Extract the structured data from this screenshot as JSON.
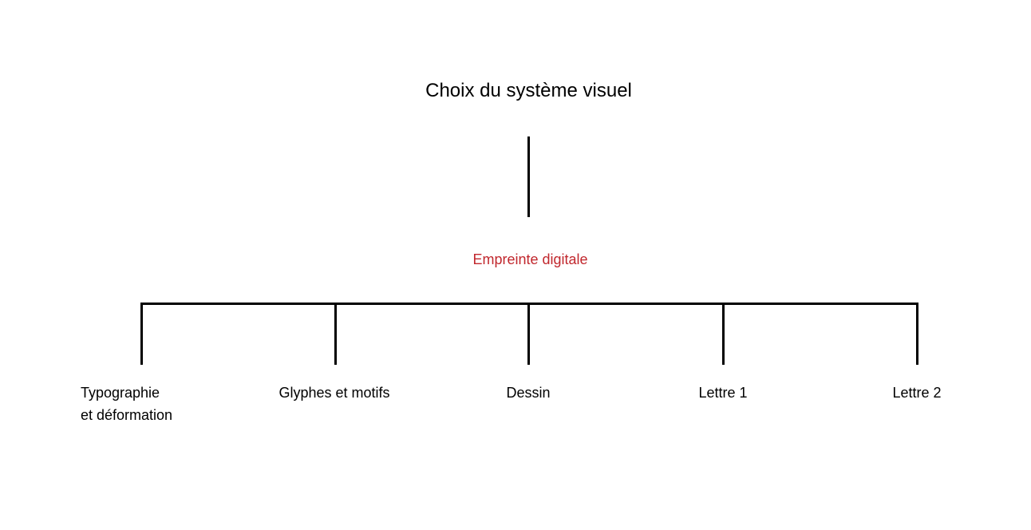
{
  "diagram": {
    "type": "bracket-tree",
    "title": "Choix du système visuel",
    "root": {
      "label": "Empreinte digitale",
      "color": "#C1272D"
    },
    "line_color": "#000000",
    "background": "#ffffff",
    "branches": [
      {
        "label": "Typographie\net déformation",
        "align": "left"
      },
      {
        "label": "Glyphes et motifs",
        "align": "center"
      },
      {
        "label": "Dessin",
        "align": "center"
      },
      {
        "label": "Lettre 1",
        "align": "center"
      },
      {
        "label": "Lettre 2",
        "align": "center"
      }
    ]
  }
}
